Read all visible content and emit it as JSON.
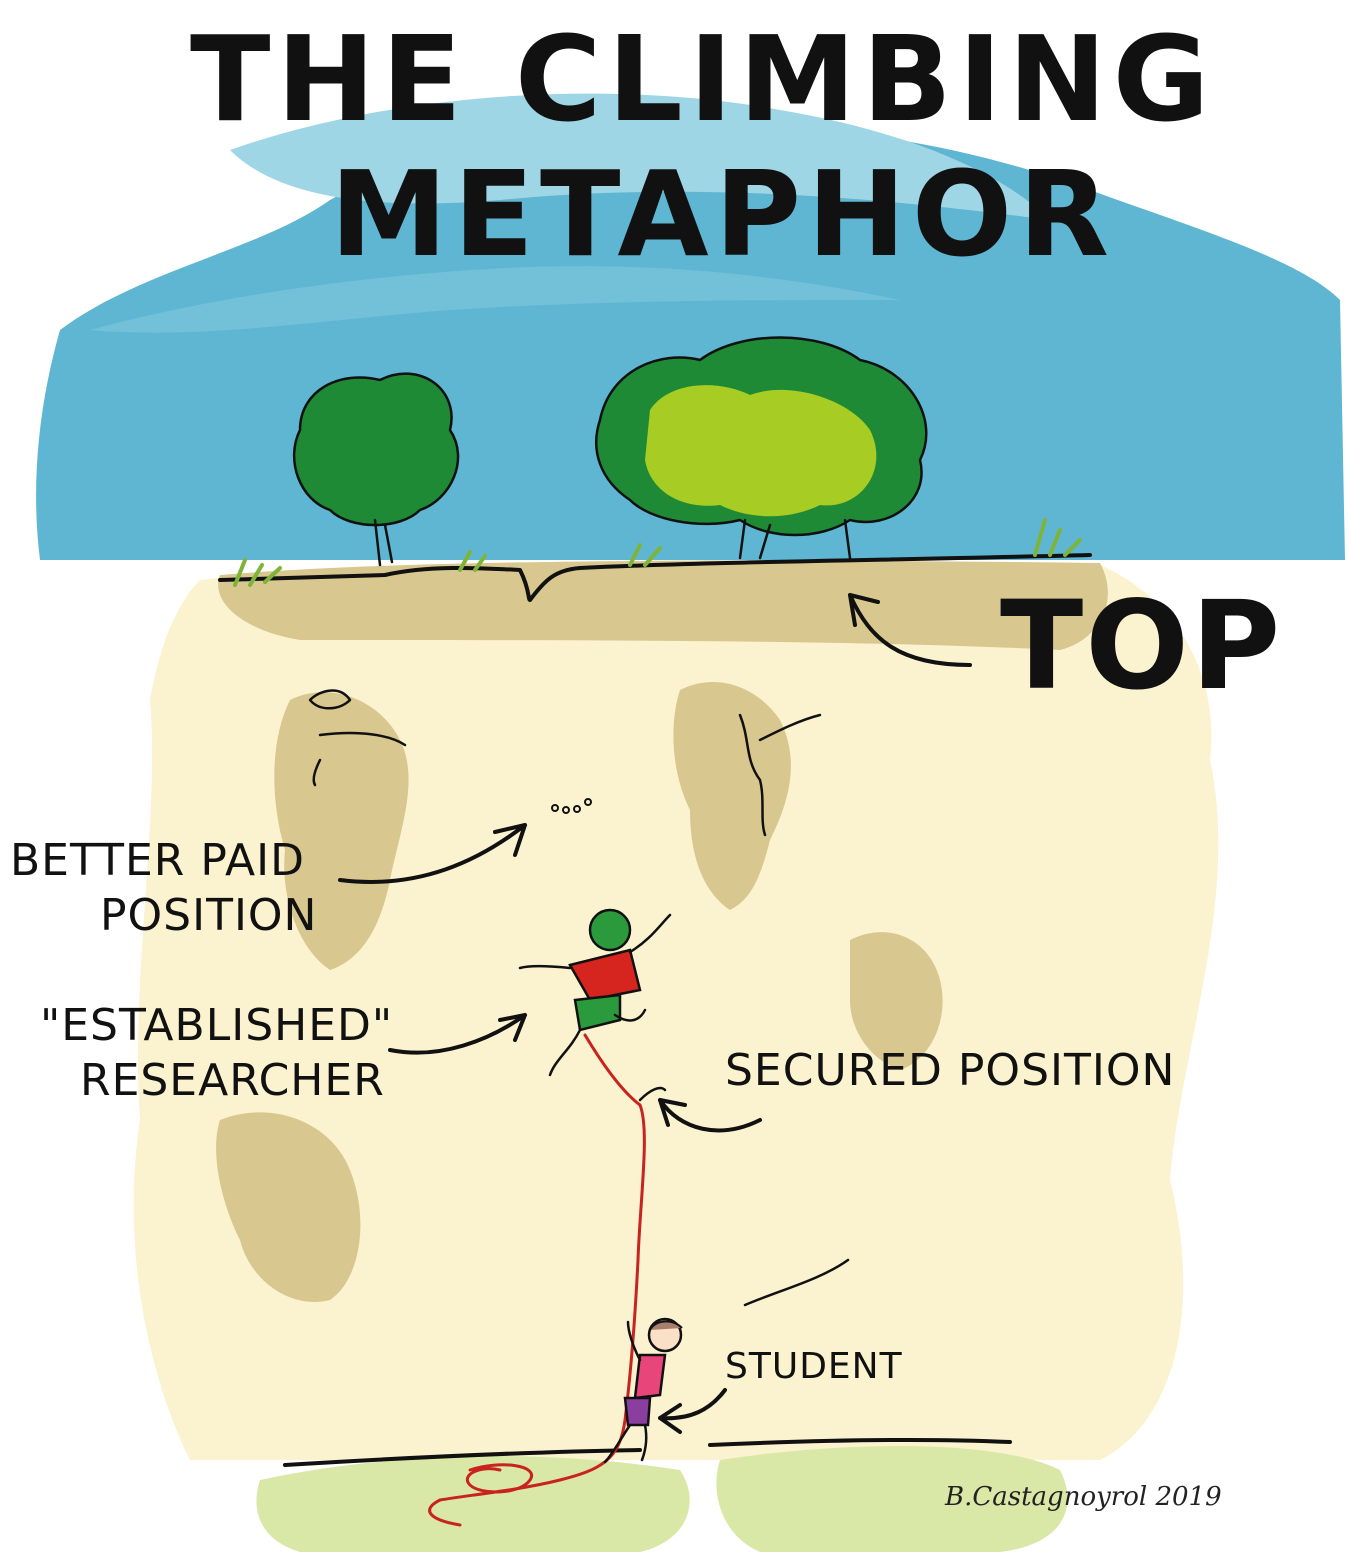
{
  "title": {
    "line1": "The Climbing",
    "line2": "Metaphor"
  },
  "labels": {
    "top": "Top",
    "better_paid_line1": "Better Paid",
    "better_paid_line2": "Position",
    "established_line1": "\"Established\"",
    "established_line2": "Researcher",
    "secured": "Secured Position",
    "student": "Student"
  },
  "signature": "B.Castagnoyrol 2019",
  "colors": {
    "sky": "#5fb6d2",
    "sky_light": "#9fd6e6",
    "cliff": "#fbf2cf",
    "rock": "#d8c78f",
    "tree_dark": "#1f8a35",
    "tree_light": "#a7cc24",
    "grass": "#d9e8a6",
    "rope": "#c8231e",
    "helmet": "#2a9a3c",
    "climber_shirt": "#d6251e",
    "student_shirt": "#e8457a"
  }
}
